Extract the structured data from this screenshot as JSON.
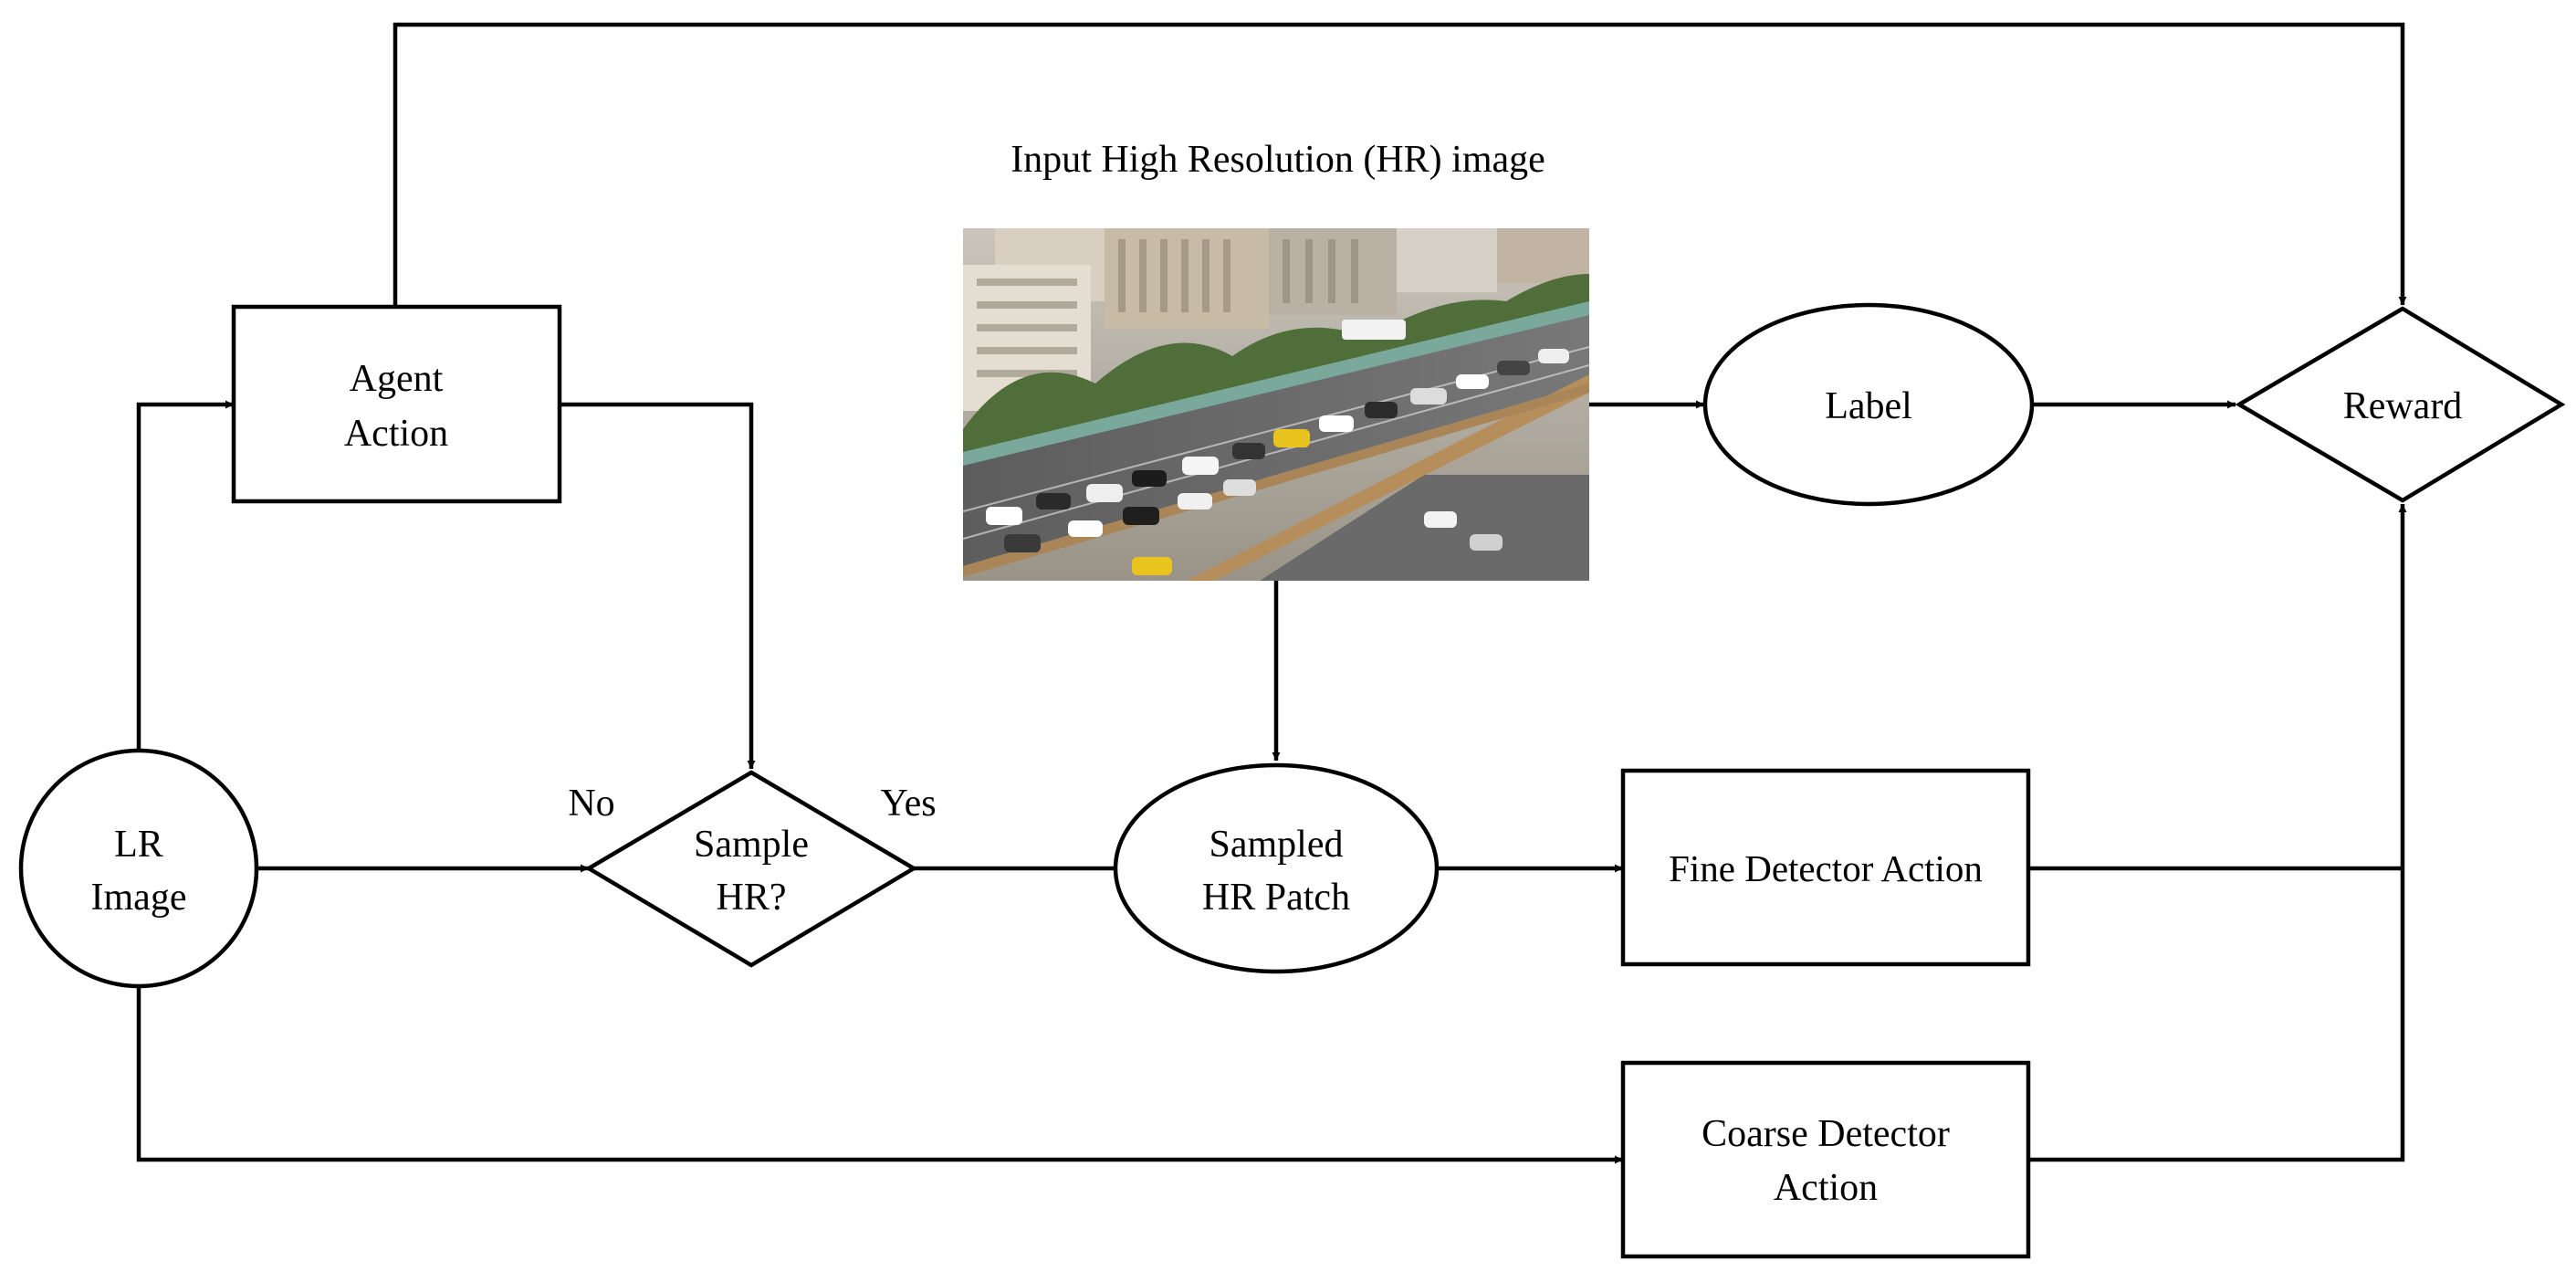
{
  "title": "Input High Resolution (HR) image",
  "nodes": {
    "agent_action": [
      "Agent",
      "Action"
    ],
    "lr_image": [
      "LR",
      "Image"
    ],
    "sample_hr": [
      "Sample",
      "HR?"
    ],
    "sampled_patch": [
      "Sampled",
      "HR Patch"
    ],
    "label": "Label",
    "reward": "Reward",
    "fine_detector": "Fine Detector Action",
    "coarse_detector": [
      "Coarse Detector",
      "Action"
    ]
  },
  "edges": {
    "no": "No",
    "yes": "Yes"
  },
  "colors": {
    "stroke": "#000000",
    "background": "#ffffff"
  }
}
